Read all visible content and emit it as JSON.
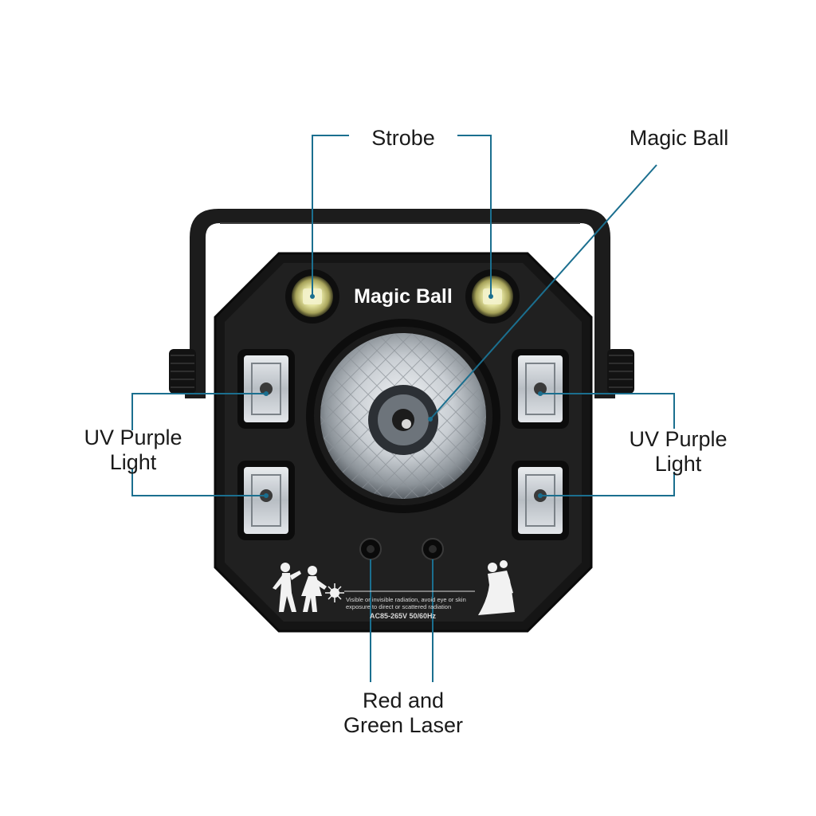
{
  "device": {
    "panel_label": "Magic Ball",
    "warning_line_1": "Visible or invisible radiation, avoid eye or skin",
    "warning_line_2": "exposure to direct or scattered radiation",
    "voltage_text": "AC85-265V 50/60Hz"
  },
  "callouts": {
    "strobe": "Strobe",
    "magic_ball": "Magic Ball",
    "uv_left_line1": "UV Purple",
    "uv_left_line2": "Light",
    "uv_right_line1": "UV Purple",
    "uv_right_line2": "Light",
    "laser_line1": "Red and",
    "laser_line2": "Green Laser"
  },
  "colors": {
    "leader_line": "#1b6f8f",
    "body": "#161616",
    "panel": "#202020",
    "label_text": "#1a1a1a"
  }
}
